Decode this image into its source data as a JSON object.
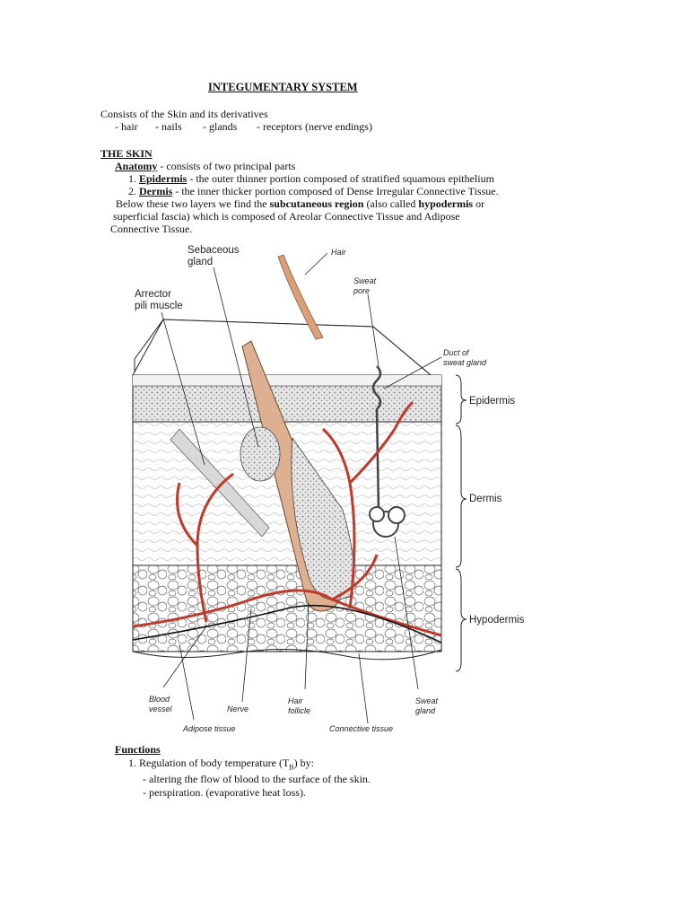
{
  "title": "INTEGUMENTARY SYSTEM",
  "intro": {
    "line1": "Consists of the Skin and its derivatives",
    "items": [
      "- hair",
      "- nails",
      "- glands",
      "- receptors (nerve endings)"
    ]
  },
  "skin": {
    "heading": "THE SKIN",
    "anatomy": {
      "label": "Anatomy",
      "text": " - consists of two principal parts",
      "parts": [
        {
          "num": "1.",
          "term": "Epidermis",
          "desc": " - the outer thinner portion composed of stratified squamous epithelium"
        },
        {
          "num": "2.",
          "term": "Dermis",
          "desc": " - the inner thicker portion composed of Dense Irregular Connective Tissue."
        }
      ],
      "below": {
        "l1a": "Below these two layers we find the ",
        "l1b": "subcutaneous region",
        "l1c": " (also called ",
        "l1d": "hypodermis",
        "l1e": " or",
        "l2": "superficial fascia) which is composed of Areolar Connective Tissue and Adipose",
        "l3": "Connective Tissue."
      }
    }
  },
  "figure": {
    "labels": {
      "sebaceous": [
        "Sebaceous",
        "gland"
      ],
      "arrector": [
        "Arrector",
        "pili muscle"
      ],
      "hair": "Hair",
      "sweat_pore": [
        "Sweat",
        "pore"
      ],
      "duct": [
        "Duct of",
        "sweat gland"
      ],
      "epidermis": "Epidermis",
      "dermis": "Dermis",
      "hypodermis": "Hypodermis",
      "blood_vessel": [
        "Blood",
        "vessel"
      ],
      "nerve": "Nerve",
      "hair_follicle": [
        "Hair",
        "follicle"
      ],
      "sweat_gland": [
        "Sweat",
        "gland"
      ],
      "adipose": "Adipose tissue",
      "connective": "Connective tissue"
    },
    "colors": {
      "vessel": "#c0392b",
      "hair": "#d9a07a",
      "epidermis": "#cfcfcf"
    }
  },
  "functions": {
    "heading": "Functions",
    "item1a": "1. Regulation of body temperature (T",
    "item1sub": "B",
    "item1b": ") by:",
    "sub": [
      "- altering the flow of blood to the surface of the skin.",
      "- perspiration. (evaporative heat loss)."
    ]
  }
}
